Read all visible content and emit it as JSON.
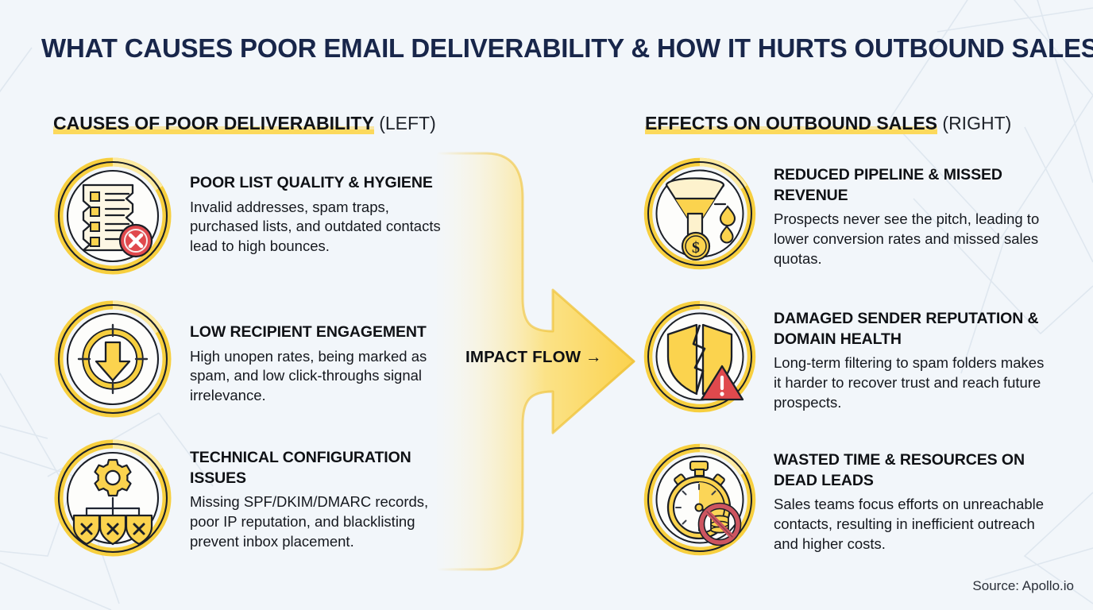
{
  "title": "WHAT CAUSES POOR EMAIL DELIVERABILITY & HOW IT HURTS OUTBOUND SALES",
  "colors": {
    "background": "#f2f6fa",
    "title_navy": "#18264a",
    "highlight_yellow": "#fcd95c",
    "ring_gold": "#f5c842",
    "arrow_yellow": "#fbd24e",
    "alert_red": "#e1464a"
  },
  "columns": {
    "left": {
      "heading": "CAUSES OF POOR DELIVERABILITY",
      "side": "(LEFT)"
    },
    "right": {
      "heading": "EFFECTS ON OUTBOUND SALES",
      "side": "(RIGHT)"
    }
  },
  "causes": [
    {
      "icon": "checklist-error-icon",
      "title": "POOR LIST QUALITY & HYGIENE",
      "body": "Invalid addresses, spam traps, purchased lists, and outdated contacts lead to high bounces."
    },
    {
      "icon": "target-down-arrow-icon",
      "title": "LOW RECIPIENT ENGAGEMENT",
      "body": "High unopen rates, being marked as spam, and low click-throughs signal irrelevance."
    },
    {
      "icon": "gear-shields-error-icon",
      "title": "TECHNICAL CONFIGURATION ISSUES",
      "body": "Missing SPF/DKIM/DMARC records, poor IP reputation, and blacklisting prevent inbox placement."
    }
  ],
  "effects": [
    {
      "icon": "leaking-funnel-dollar-icon",
      "title": "REDUCED PIPELINE & MISSED REVENUE",
      "body": "Prospects never see the pitch, leading to lower conversion rates and missed sales quotas."
    },
    {
      "icon": "cracked-shield-warning-icon",
      "title": "DAMAGED SENDER REPUTATION & DOMAIN HEALTH",
      "body": "Long-term filtering to spam folders makes it harder to recover trust and reach future prospects."
    },
    {
      "icon": "stopwatch-no-coins-icon",
      "title": "WASTED TIME & RESOURCES ON DEAD LEADS",
      "body": "Sales teams focus efforts on unreachable contacts, resulting in inefficient outreach and higher costs."
    }
  ],
  "flow": {
    "label": "IMPACT FLOW →"
  },
  "source": "Source: Apollo.io"
}
